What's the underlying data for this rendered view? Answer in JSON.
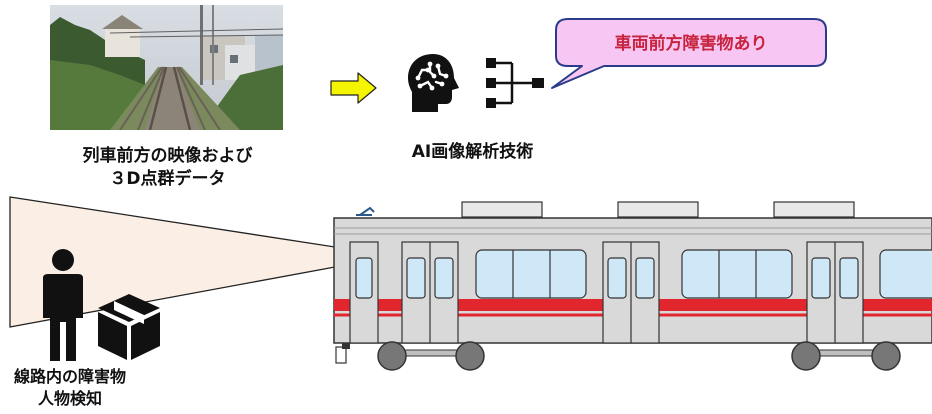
{
  "camera_caption_line1": "列車前方の映像および",
  "camera_caption_line2": "３D点群データ",
  "ai_caption": "AI画像解析技術",
  "alert_text": "車両前方障害物あり",
  "obstacle_caption_line1": "線路内の障害物",
  "obstacle_caption_line2": "人物検知",
  "icons": [
    "ai-head-icon",
    "network-icon",
    "person-icon",
    "box-icon",
    "arrow-right-icon"
  ],
  "colors": {
    "arrow_fill": "#f5f500",
    "bubble_fill": "#f7c6f2",
    "bubble_stroke": "#2a3b8c",
    "alert_text": "#c8233f",
    "beam_fill": "#fbeee4",
    "train_body": "#d9d9d9",
    "train_stripe": "#e2262e",
    "window": "#cfe8f7"
  }
}
